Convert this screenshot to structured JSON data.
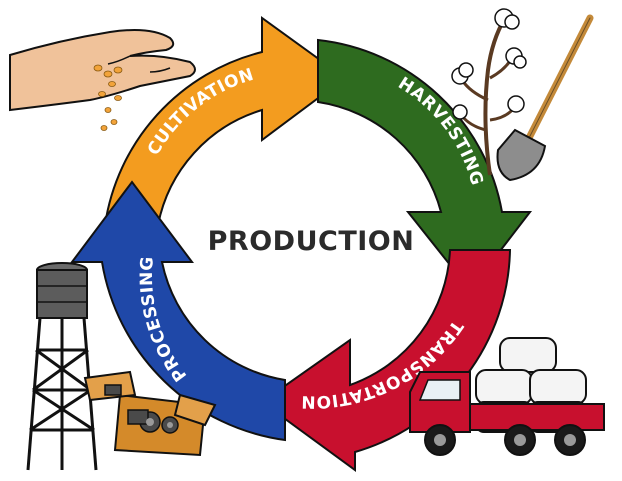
{
  "diagram": {
    "center_title": "PRODUCTION",
    "stages": [
      {
        "label": "CULTIVATION",
        "color": "#f39c1f",
        "icon": "hand-sowing-seeds-icon"
      },
      {
        "label": "HARVESTING",
        "color": "#2e6b1f",
        "icon": "cotton-plant-and-shovel-icon"
      },
      {
        "label": "TRANSPORTATION",
        "color": "#c8102e",
        "icon": "truck-with-bales-icon"
      },
      {
        "label": "PROCESSING",
        "color": "#1f48a8",
        "icon": "water-tower-and-machinery-icon"
      }
    ],
    "colors": {
      "outline": "#111111",
      "text": "#ffffff",
      "title": "#2b2b2b"
    }
  }
}
